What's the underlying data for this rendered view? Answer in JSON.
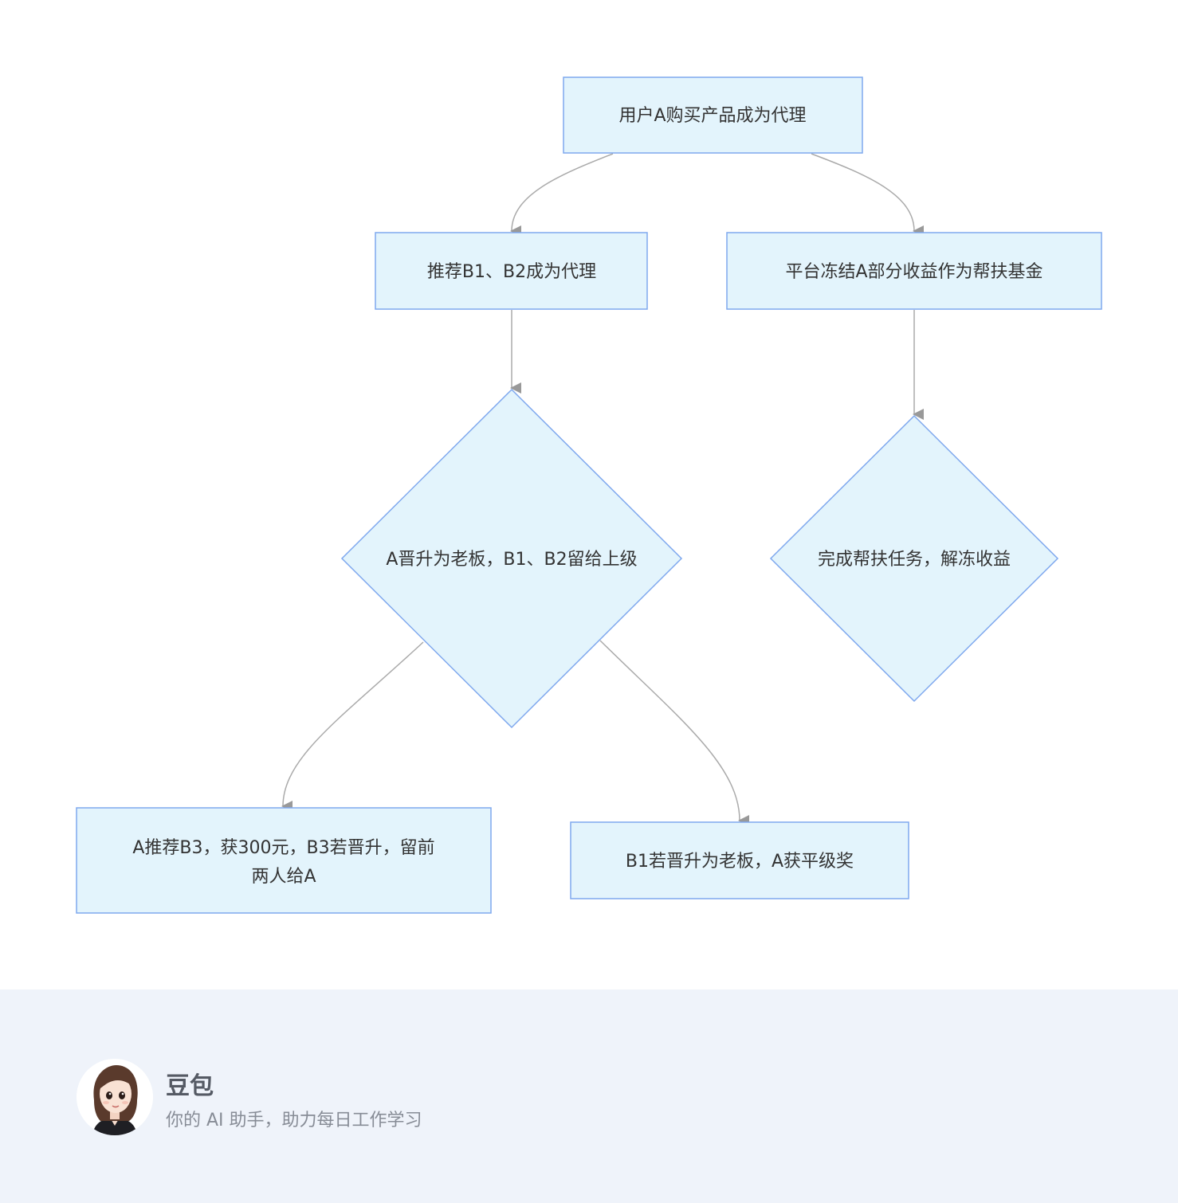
{
  "diagram": {
    "nodes": {
      "n1": {
        "text": [
          "用户A购买产品成为代理"
        ]
      },
      "n2": {
        "text": [
          "推荐B1、B2成为代理"
        ]
      },
      "n3": {
        "text": [
          "平台冻结A部分收益作为帮扶基金"
        ]
      },
      "n4": {
        "text": [
          "A晋升为老板，B1、B2留给上级"
        ]
      },
      "n5": {
        "text": [
          "完成帮扶任务，解冻收益"
        ]
      },
      "n6": {
        "text": [
          "A推荐B3，获300元，B3若晋升，留前",
          "两人给A"
        ]
      },
      "n7": {
        "text": [
          "B1若晋升为老板，A获平级奖"
        ]
      }
    },
    "edges": [
      {
        "from": "n1",
        "to": "n2"
      },
      {
        "from": "n1",
        "to": "n3"
      },
      {
        "from": "n2",
        "to": "n4"
      },
      {
        "from": "n3",
        "to": "n5"
      },
      {
        "from": "n4",
        "to": "n6"
      },
      {
        "from": "n4",
        "to": "n7"
      }
    ],
    "colors": {
      "node_fill": "#e3f4fc",
      "node_stroke": "#7fa8ee",
      "edge": "#aaaaaa",
      "text": "#333333"
    }
  },
  "footer": {
    "brand_name": "豆包",
    "tagline": "你的 AI 助手，助力每日工作学习"
  }
}
